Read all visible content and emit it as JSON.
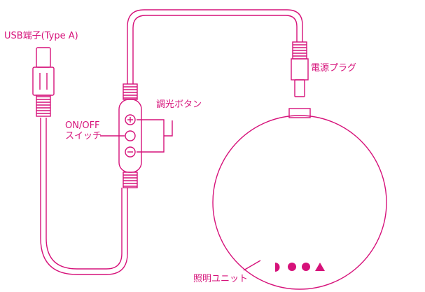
{
  "theme": {
    "line_color": "#d6127a",
    "background": "#ffffff"
  },
  "labels": {
    "usb": "USB端子(Type A)",
    "plug": "電源プラグ",
    "dimmer": "調光ボタン",
    "switch_line1": "ON/OFF",
    "switch_line2": "スイッチ",
    "light": "照明ユニット"
  },
  "controller": {
    "buttons": [
      {
        "icon": "plus-circle-icon"
      },
      {
        "icon": "power-circle-icon"
      },
      {
        "icon": "minus-circle-icon"
      }
    ]
  },
  "light_unit": {
    "indicators": [
      "half-circle-icon",
      "dot-icon",
      "dot-icon",
      "triangle-icon"
    ]
  }
}
